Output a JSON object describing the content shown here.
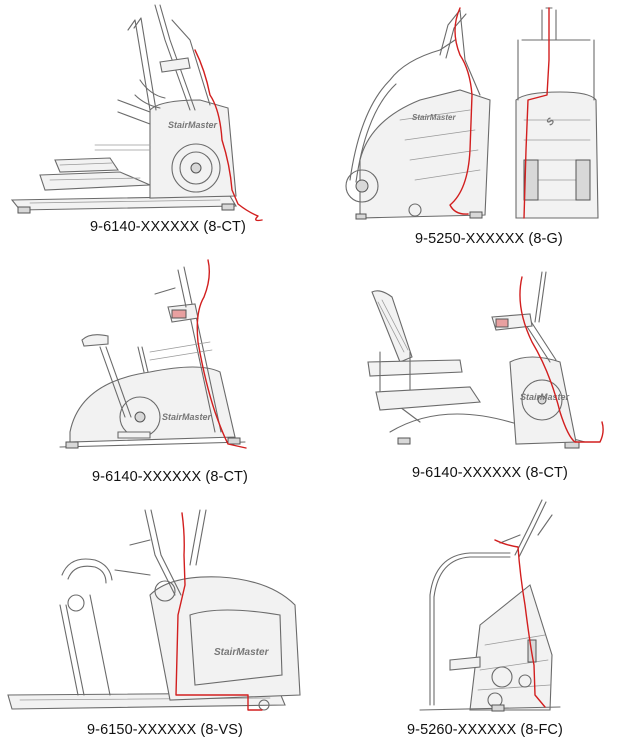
{
  "figures": [
    {
      "id": "a",
      "caption": "9-6140-XXXXXX (8-CT)",
      "machine": "climber-treadmill"
    },
    {
      "id": "b",
      "caption": "9-5250-XXXXXX (8-G)",
      "machine": "gauntlet-stepmill"
    },
    {
      "id": "c",
      "caption": "9-6140-XXXXXX (8-CT)",
      "machine": "upright-bike"
    },
    {
      "id": "d",
      "caption": "9-6140-XXXXXX (8-CT)",
      "machine": "recumbent-stepper"
    },
    {
      "id": "e",
      "caption": "9-6150-XXXXXX (8-VS)",
      "machine": "vertical-stepper"
    },
    {
      "id": "f",
      "caption": "9-5260-XXXXXX (8-FC)",
      "machine": "freeclimber"
    }
  ],
  "brand_mark": "StairMaster",
  "colors": {
    "line": "#6b6b6b",
    "cable_route": "#d21f1f",
    "background": "#ffffff"
  }
}
